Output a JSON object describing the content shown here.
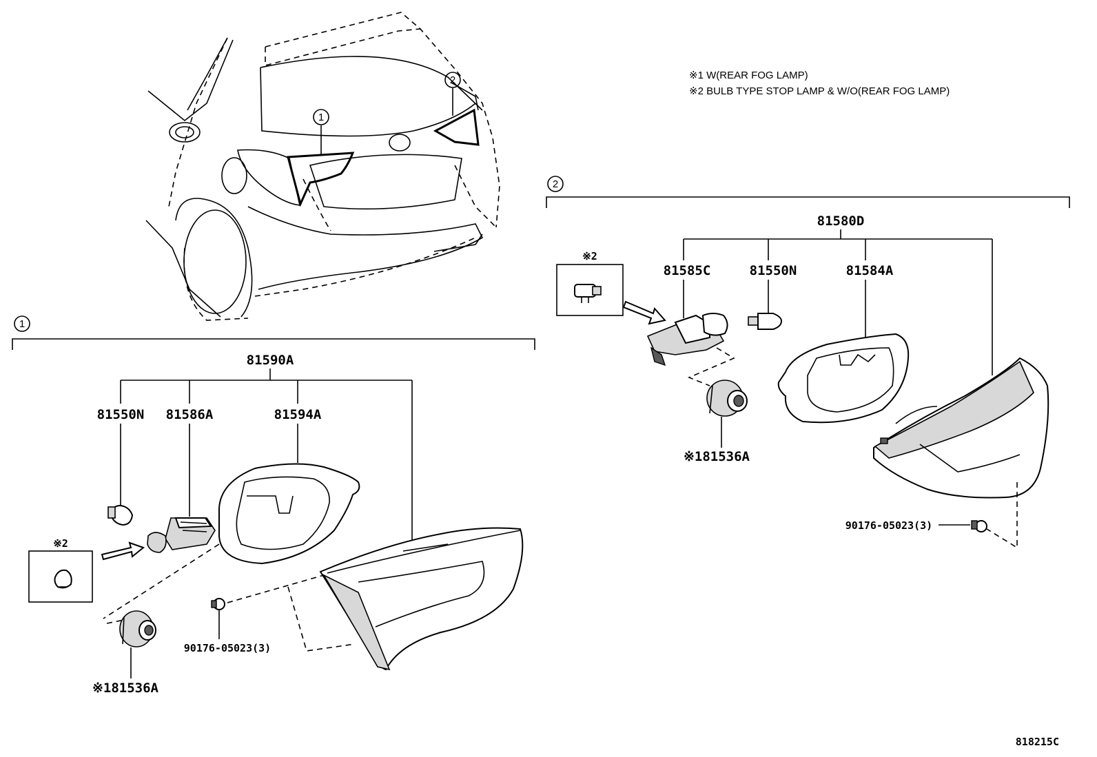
{
  "notes": {
    "note1": "※1 W(REAR FOG LAMP)",
    "note2": "※2 BULB TYPE STOP LAMP & W/O(REAR FOG LAMP)"
  },
  "callouts": {
    "one": "1",
    "two": "2"
  },
  "left_group": {
    "assembly": "81590A",
    "parts": {
      "bulb": "81550N",
      "socket": "81586A",
      "gasket": "81594A"
    },
    "fog_socket": "※181536A",
    "screw": "90176-05023(3)",
    "variant_mark": "※2"
  },
  "right_group": {
    "assembly": "81580D",
    "parts": {
      "socket": "81585C",
      "bulb": "81550N",
      "gasket": "81584A"
    },
    "fog_socket": "※181536A",
    "screw": "90176-05023(3)",
    "variant_mark": "※2"
  },
  "figure_code": "818215C"
}
